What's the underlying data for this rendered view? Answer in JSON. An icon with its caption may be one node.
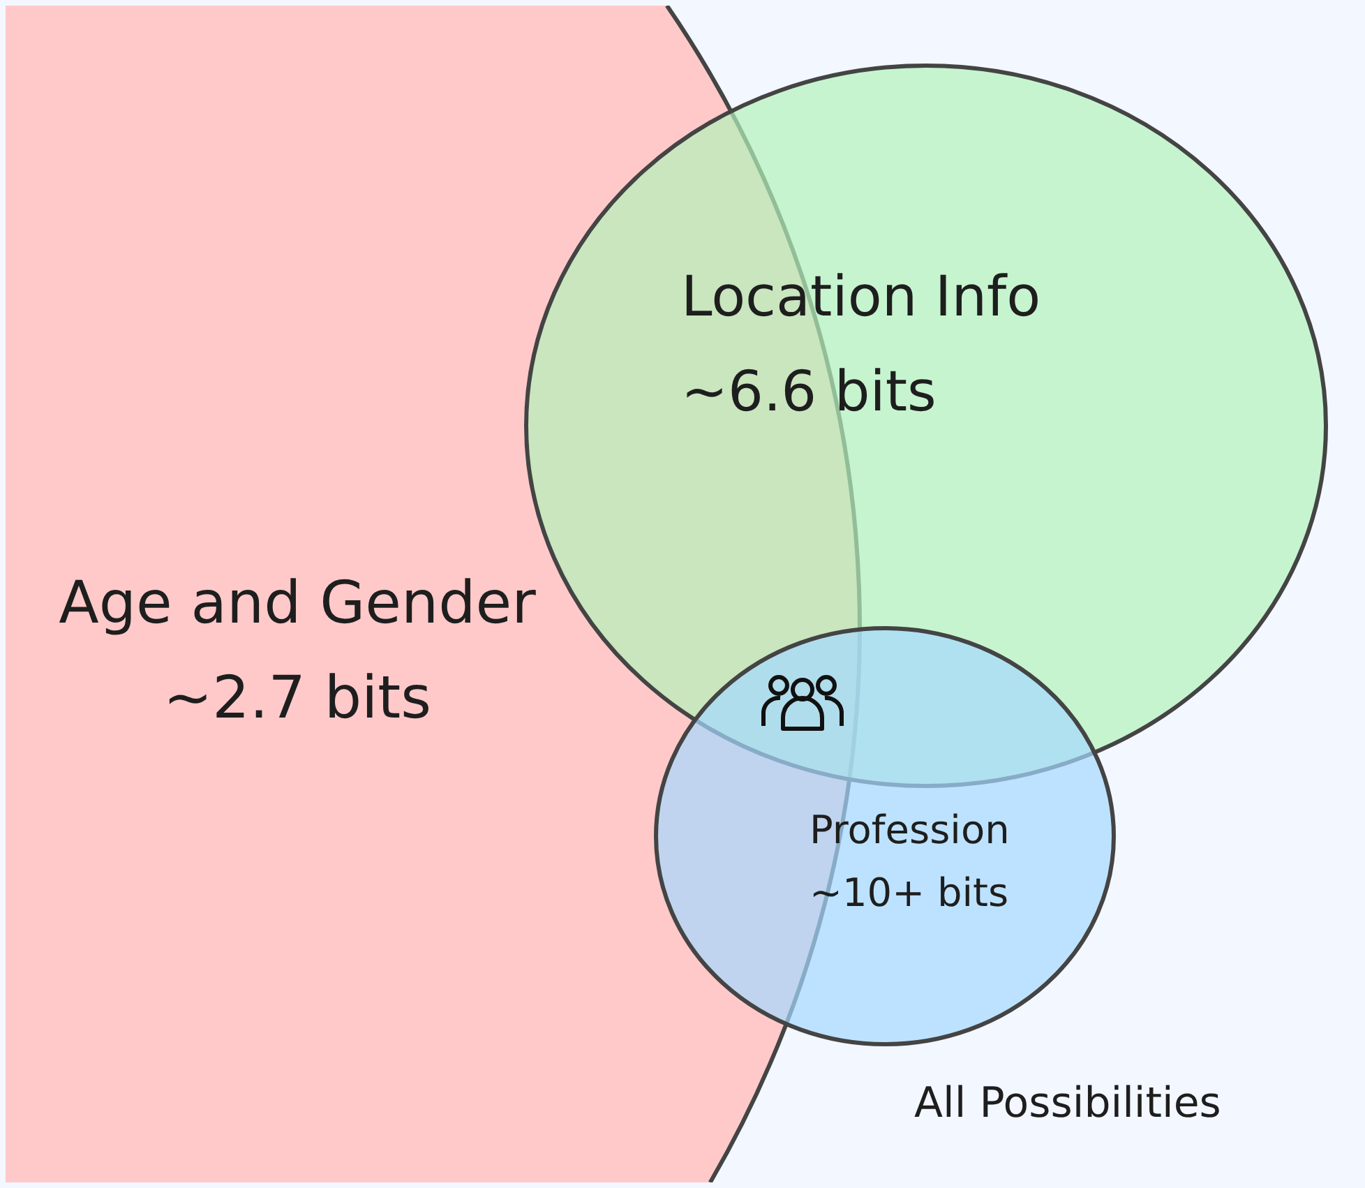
{
  "diagram": {
    "nodes": [
      {
        "text": [
          "All Possibilities"
        ]
      },
      {
        "text": [
          "Age and Gender",
          "~2.7 bits"
        ],
        "in": 0
      },
      {
        "text": [
          "Location Info",
          "~6.6 bits"
        ],
        "in": 0
      },
      {
        "text": [
          "Profession",
          "~10+ bits"
        ],
        "in": 0
      }
    ]
  }
}
